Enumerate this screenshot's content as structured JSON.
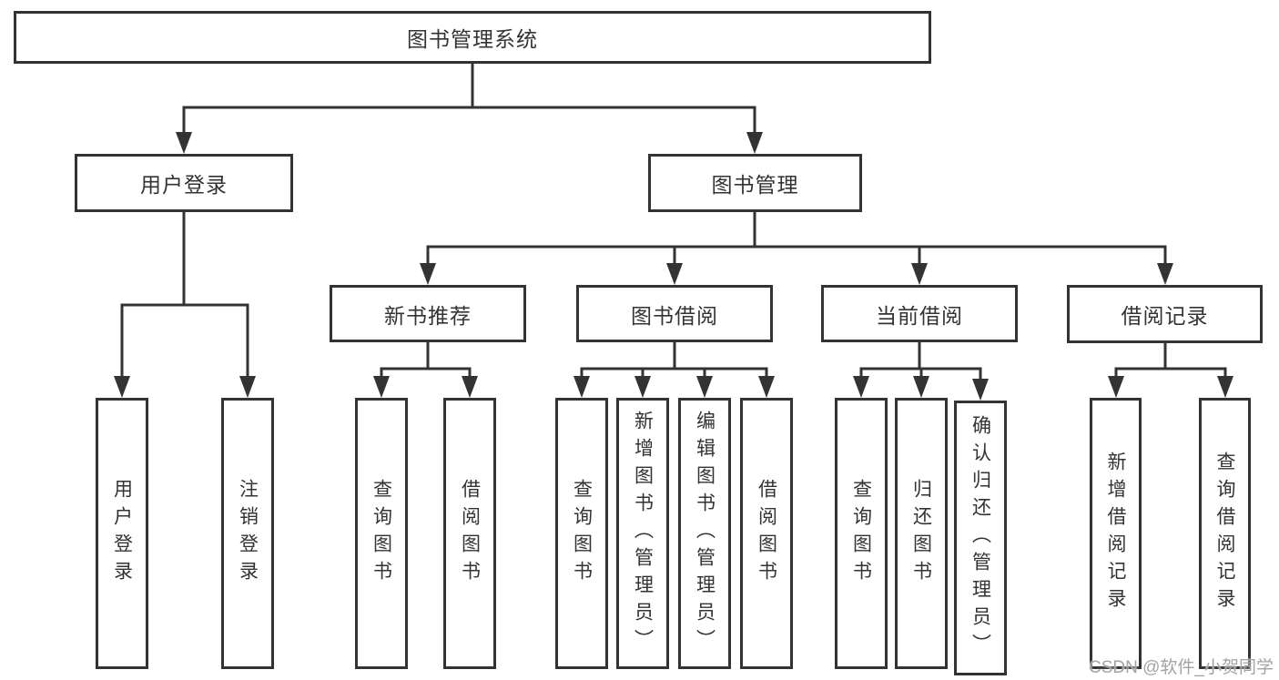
{
  "diagram_title": "图书管理系统",
  "watermark": "CSDN @软件_小贺同学",
  "colors": {
    "line": "#333333",
    "text": "#333333",
    "watermark": "#a3a3a3",
    "background": "#ffffff"
  },
  "nodes": {
    "root": {
      "label": "图书管理系统"
    },
    "user_login": {
      "label": "用户登录"
    },
    "book_management": {
      "label": "图书管理"
    },
    "new_book_recommend": {
      "label": "新书推荐"
    },
    "book_borrow": {
      "label": "图书借阅"
    },
    "current_borrow": {
      "label": "当前借阅"
    },
    "borrow_records": {
      "label": "借阅记录"
    },
    "leaf_user_login": {
      "label": "用户登录"
    },
    "leaf_logout": {
      "label": "注销登录"
    },
    "leaf_query_books_1": {
      "label": "查询图书"
    },
    "leaf_borrow_books_1": {
      "label": "借阅图书"
    },
    "leaf_query_books_2": {
      "label": "查询图书"
    },
    "leaf_add_books": {
      "label": "新增图书（管理员）"
    },
    "leaf_edit_books": {
      "label": "编辑图书（管理员）"
    },
    "leaf_borrow_books_2": {
      "label": "借阅图书"
    },
    "leaf_query_books_3": {
      "label": "查询图书"
    },
    "leaf_return_books": {
      "label": "归还图书"
    },
    "leaf_confirm_return": {
      "label": "确认归还（管理员）"
    },
    "leaf_add_borrow_record": {
      "label": "新增借阅记录"
    },
    "leaf_query_borrow_record": {
      "label": "查询借阅记录"
    }
  },
  "hierarchy": [
    {
      "parent": "图书管理系统",
      "children": [
        "用户登录",
        "图书管理"
      ]
    },
    {
      "parent": "用户登录",
      "children": [
        "用户登录",
        "注销登录"
      ]
    },
    {
      "parent": "图书管理",
      "children": [
        "新书推荐",
        "图书借阅",
        "当前借阅",
        "借阅记录"
      ]
    },
    {
      "parent": "新书推荐",
      "children": [
        "查询图书",
        "借阅图书"
      ]
    },
    {
      "parent": "图书借阅",
      "children": [
        "查询图书",
        "新增图书（管理员）",
        "编辑图书（管理员）",
        "借阅图书"
      ]
    },
    {
      "parent": "当前借阅",
      "children": [
        "查询图书",
        "归还图书",
        "确认归还（管理员）"
      ]
    },
    {
      "parent": "借阅记录",
      "children": [
        "新增借阅记录",
        "查询借阅记录"
      ]
    }
  ]
}
